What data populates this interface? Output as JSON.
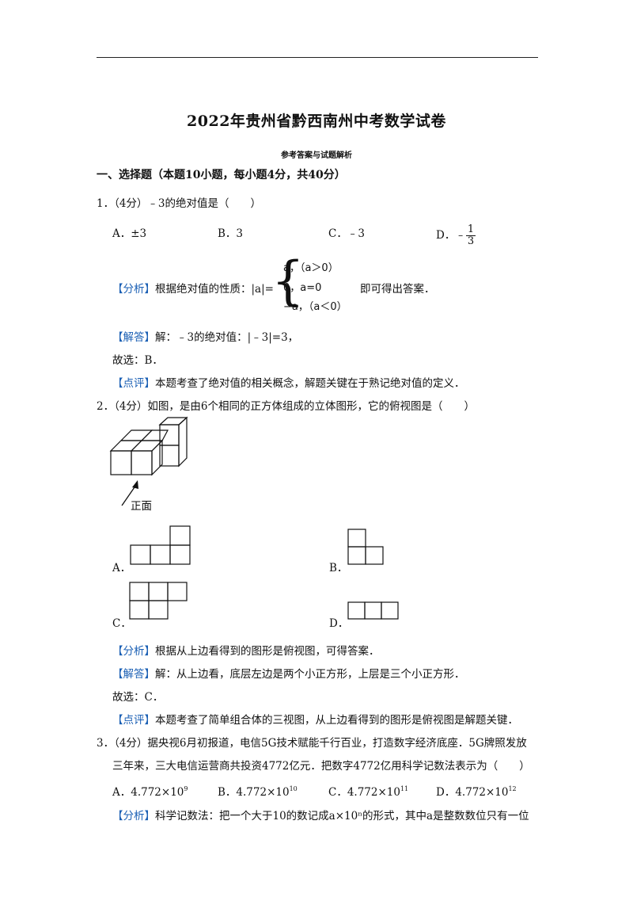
{
  "title": "2022年贵州省黔西南州中考数学试卷",
  "subtitle": "参考答案与试题解析",
  "section": "一、选择题（本题10小题，每小题4分，共40分）",
  "tags": {
    "analysis": "【分析】",
    "answer": "【解答】",
    "comment": "【点评】"
  },
  "q1": {
    "stem": "1．（4分）﹣3的绝对值是（　　）",
    "options": [
      "A．±3",
      "B．3",
      "C．﹣3",
      "D．﹣"
    ],
    "d_num": "1",
    "d_den": "3",
    "analysis_pre": "根据绝对值的性质：|a|=",
    "cases": [
      "a，（a＞0）",
      "0，a=0",
      "−a，（a＜0）"
    ],
    "analysis_post": "即可得出答案．",
    "answer": "解：﹣3的绝对值：|﹣3|=3，",
    "choose": "故选：B．",
    "comment": "本题考查了绝对值的相关概念，解题关键在于熟记绝对值的定义．"
  },
  "q2": {
    "stem": "2．（4分）如图，是由6个相同的正方体组成的立体图形，它的俯视图是（　　）",
    "front_label": "正面",
    "labels": [
      "A．",
      "B．",
      "C．",
      "D．"
    ],
    "analysis": "根据从上边看得到的图形是俯视图，可得答案．",
    "answer": "解：从上边看，底层左边是两个小正方形，上层是三个小正方形．",
    "choose": "故选：C．",
    "comment": "本题考查了简单组合体的三视图，从上边看得到的图形是俯视图是解题关键．"
  },
  "q3": {
    "stem1": "3．（4分）据央视6月初报道，电信5G技术赋能千行百业，打造数字经济底座．5G牌照发放",
    "stem2": "三年来，三大电信运营商共投资4772亿元．把数字4772亿用科学记数法表示为（　　）",
    "options": [
      {
        "label": "A．4.772×10",
        "exp": "9"
      },
      {
        "label": "B．4.772×10",
        "exp": "10"
      },
      {
        "label": "C．4.772×10",
        "exp": "11"
      },
      {
        "label": "D．4.772×10",
        "exp": "12"
      }
    ],
    "analysis": "科学记数法：把一个大于10的数记成a×10ⁿ的形式，其中a是整数数位只有一位"
  }
}
